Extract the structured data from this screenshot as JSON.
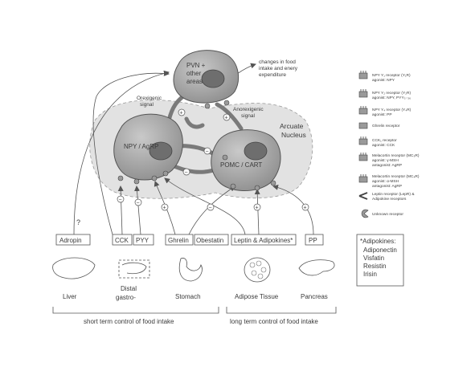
{
  "neurons": {
    "pvn": [
      "PVN +",
      "other",
      "areas"
    ],
    "npy": "NPY / AgRP",
    "pomc": "POMC / CART"
  },
  "region": [
    "Arcuate",
    "Nucleus"
  ],
  "signals": {
    "orexigenic": [
      "Orexigenic",
      "signal"
    ],
    "anorexigenic": [
      "Anorexigenic",
      "signal"
    ]
  },
  "outcome": [
    "changes in food",
    "intake and enery",
    "expenditure"
  ],
  "hormones": {
    "adropin": "Adropin",
    "cck": "CCK",
    "pyy": "PYY",
    "ghrelin": "Ghrelin",
    "obestatin": "Obestatin",
    "leptin": "Leptin & Adipokines*",
    "pp": "PP",
    "question": "?"
  },
  "organs": {
    "liver": "Liver",
    "distal": [
      "Distal",
      "gastro-"
    ],
    "stomach": "Stomach",
    "adipose": "Adipose Tissue",
    "pancreas": "Pancreas"
  },
  "signs": {
    "plus": "+",
    "minus": "−"
  },
  "control": {
    "short": "short term control of food intake",
    "long": "long term control of food intake"
  },
  "legend": {
    "items": [
      [
        "NPY Y₁ receptor (Y₁R)",
        "agonist: NPY"
      ],
      [
        "NPY Y₂ receptor (Y₂R)",
        "agonist: NPY, PYY₃₋₃₆"
      ],
      [
        "NPY Y₄ receptor (Y₄R)",
        "agonist: PP"
      ],
      [
        "Ghrelin receptor"
      ],
      [
        "CCK₁ receptor",
        "agonist: CCK"
      ],
      [
        "Melacortin receptor (MC₃R)",
        "agonist: γ-MSH",
        "antagonist: AgRP"
      ],
      [
        "Melacortin receptor (MC₄R)",
        "agonist: α-MSH",
        "antagonist: AgRP"
      ],
      [
        "Leptin receptor (LepR) &",
        "Adipokine receptors"
      ],
      [
        "Unknown receptor"
      ]
    ]
  },
  "adipokines": {
    "title": "*Adipokines:",
    "items": [
      "Adiponectin",
      "Visfatin",
      "Resistin",
      "Irisin"
    ]
  },
  "colors": {
    "cell": "#a9a9a9",
    "nucleus": "#6e6e6e",
    "arcuate": "#e2e2e2"
  }
}
